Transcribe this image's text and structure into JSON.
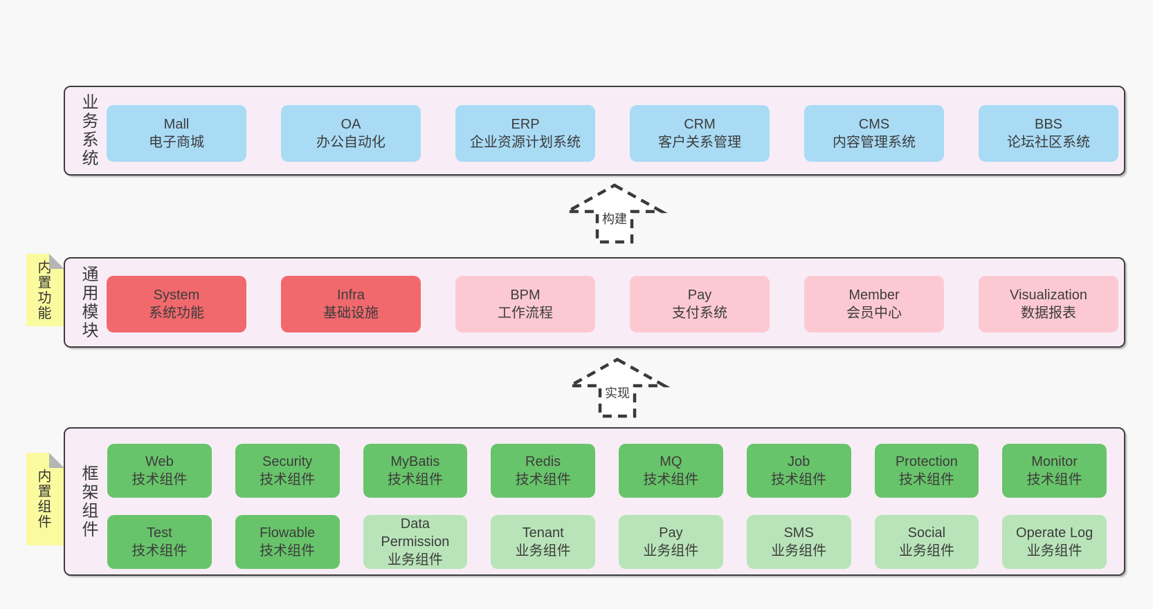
{
  "colors": {
    "page_background": "#f8f8f8",
    "band_background": "#f8edf6",
    "band_border": "#3d3d3d",
    "box_blue": "#a9dbf5",
    "box_red": "#f1696d",
    "box_pink": "#fcc9d3",
    "box_green": "#68c46a",
    "box_lightgreen": "#b9e4b9",
    "sticky_yellow": "#fafb9e",
    "sticky_fold_gray": "#b5b5b5",
    "text": "#3c3c3c"
  },
  "arrows": [
    {
      "label": "构建"
    },
    {
      "label": "实现"
    }
  ],
  "bands": {
    "business": {
      "label": "业务系统",
      "items": [
        {
          "title": "Mall",
          "subtitle": "电子商城",
          "variant": "blue"
        },
        {
          "title": "OA",
          "subtitle": "办公自动化",
          "variant": "blue"
        },
        {
          "title": "ERP",
          "subtitle": "企业资源计划系统",
          "variant": "blue"
        },
        {
          "title": "CRM",
          "subtitle": "客户关系管理",
          "variant": "blue"
        },
        {
          "title": "CMS",
          "subtitle": "内容管理系统",
          "variant": "blue"
        },
        {
          "title": "BBS",
          "subtitle": "论坛社区系统",
          "variant": "blue"
        }
      ]
    },
    "modules": {
      "label": "通用模块",
      "sticky": "内置功能",
      "items": [
        {
          "title": "System",
          "subtitle": "系统功能",
          "variant": "red"
        },
        {
          "title": "Infra",
          "subtitle": "基础设施",
          "variant": "red"
        },
        {
          "title": "BPM",
          "subtitle": "工作流程",
          "variant": "pink"
        },
        {
          "title": "Pay",
          "subtitle": "支付系统",
          "variant": "pink"
        },
        {
          "title": "Member",
          "subtitle": "会员中心",
          "variant": "pink"
        },
        {
          "title": "Visualization",
          "subtitle": "数据报表",
          "variant": "pink"
        }
      ]
    },
    "components": {
      "label": "框架组件",
      "sticky": "内置组件",
      "items": [
        {
          "title": "Web",
          "subtitle": "技术组件",
          "variant": "green"
        },
        {
          "title": "Security",
          "subtitle": "技术组件",
          "variant": "green"
        },
        {
          "title": "MyBatis",
          "subtitle": "技术组件",
          "variant": "green"
        },
        {
          "title": "Redis",
          "subtitle": "技术组件",
          "variant": "green"
        },
        {
          "title": "MQ",
          "subtitle": "技术组件",
          "variant": "green"
        },
        {
          "title": "Job",
          "subtitle": "技术组件",
          "variant": "green"
        },
        {
          "title": "Protection",
          "subtitle": "技术组件",
          "variant": "green"
        },
        {
          "title": "Monitor",
          "subtitle": "技术组件",
          "variant": "green"
        },
        {
          "title": "Test",
          "subtitle": "技术组件",
          "variant": "green"
        },
        {
          "title": "Flowable",
          "subtitle": "技术组件",
          "variant": "green"
        },
        {
          "title": "Data Permission",
          "subtitle": "业务组件",
          "variant": "lightgreen"
        },
        {
          "title": "Tenant",
          "subtitle": "业务组件",
          "variant": "lightgreen"
        },
        {
          "title": "Pay",
          "subtitle": "业务组件",
          "variant": "lightgreen"
        },
        {
          "title": "SMS",
          "subtitle": "业务组件",
          "variant": "lightgreen"
        },
        {
          "title": "Social",
          "subtitle": "业务组件",
          "variant": "lightgreen"
        },
        {
          "title": "Operate Log",
          "subtitle": "业务组件",
          "variant": "lightgreen"
        }
      ]
    }
  }
}
